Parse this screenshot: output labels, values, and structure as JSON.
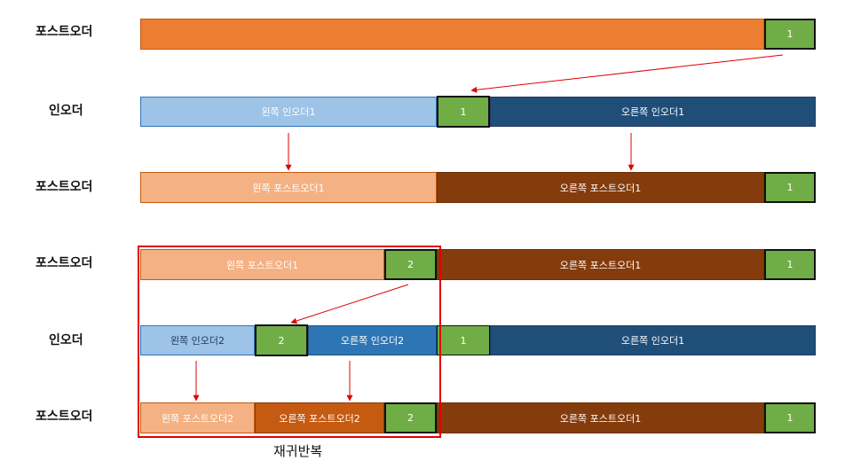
{
  "rows": [
    {
      "label": "포스트오더"
    },
    {
      "label": "인오더"
    },
    {
      "label": "포스트오더"
    },
    {
      "label": "포스트오더"
    },
    {
      "label": "인오더"
    },
    {
      "label": "포스트오더"
    }
  ],
  "segments": {
    "r1_num": "1",
    "r2_left": "왼쪽   인오더1",
    "r2_num": "1",
    "r2_right": "오른쪽   인오더1",
    "r3_left": "왼쪽   포스트오더1",
    "r3_right": "오른쪽   포스트오더1",
    "r3_num": "1",
    "r4_left": "왼쪽   포스트오더1",
    "r4_num2": "2",
    "r4_right": "오른쪽   포스트오더1",
    "r4_num": "1",
    "r5_left": "왼쪽   인오더2",
    "r5_num2": "2",
    "r5_mid": "오른쪽   인오더2",
    "r5_num": "1",
    "r5_right": "오른쪽   인오더1",
    "r6_left": "왼쪽   포스트오더2",
    "r6_mid": "오른쪽   포스트오더2",
    "r6_num2": "2",
    "r6_right": "오른쪽   포스트오더1",
    "r6_num": "1"
  },
  "recursion_label": "재귀반복",
  "colors": {
    "arrow": "#e00000",
    "box": "#e00000"
  }
}
